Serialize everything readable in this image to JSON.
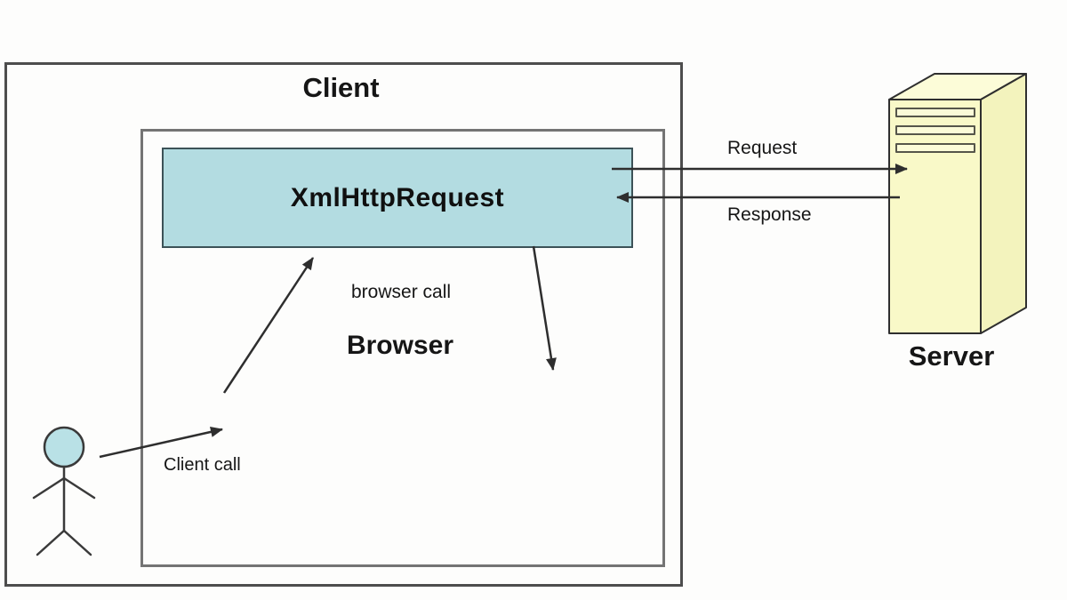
{
  "labels": {
    "client": "Client",
    "browser": "Browser",
    "xhr": "XmlHttpRequest",
    "server": "Server",
    "request": "Request",
    "response": "Response",
    "browser_call": "browser call",
    "client_call": "Client call"
  },
  "icons": {
    "actor": "stick-figure-person",
    "server": "3d-tower-computer-with-vents"
  },
  "colors": {
    "background": "#FDFDFC",
    "text": "#161616",
    "line": "#2E2E2E",
    "client_box_border": "#4D4D4D",
    "browser_box_border": "#747474",
    "xhr_fill": "#B3DCE1",
    "xhr_border": "#3C5257",
    "actor_head_fill": "#B9E1E6",
    "actor_stroke": "#3A3A3A",
    "server_front": "#F9F9C8",
    "server_top": "#FCFCD8",
    "server_side": "#F3F3BD",
    "server_border": "#2F2F2F",
    "vent_fill": "#FBFBD8",
    "vent_border": "#56564A"
  }
}
